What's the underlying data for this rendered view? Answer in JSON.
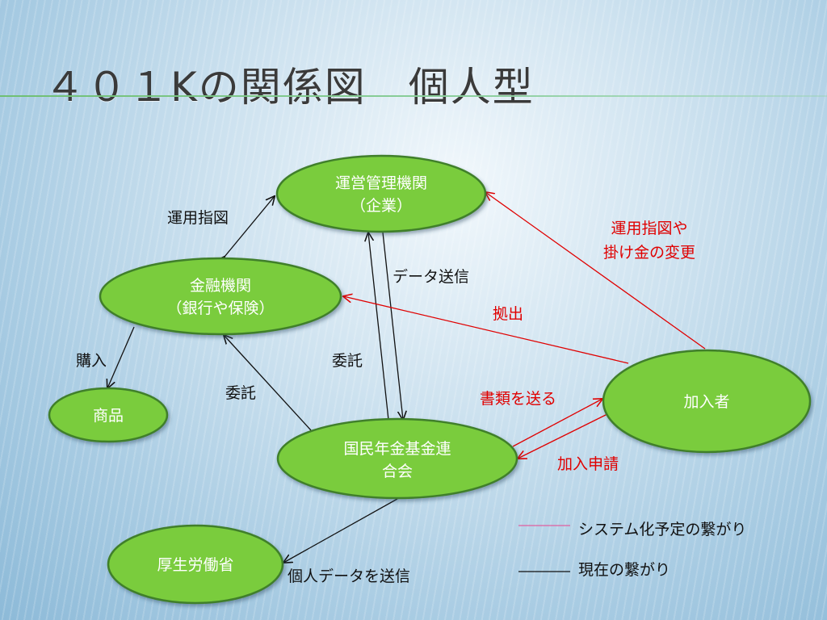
{
  "title": "４０１Kの関係図　個人型",
  "colors": {
    "node_fill": "#7acc3c",
    "node_stroke": "#3f7f2a",
    "planned_link": "#e05fa0",
    "current_link": "#111111",
    "red_arrow": "#e00000",
    "title_rule": "#6fbf73"
  },
  "nodes": {
    "admin": [
      "運営管理機関",
      "（企業）"
    ],
    "finance": [
      "金融機関",
      "（銀行や保険）"
    ],
    "product": [
      "商品"
    ],
    "kokumin": [
      "国民年金基金連",
      "合会"
    ],
    "member": [
      "加入者"
    ],
    "mhlw": [
      "厚生労働省"
    ]
  },
  "edges": {
    "unyo_shizu": "運用指図",
    "data_soushin": "データ送信",
    "konyu": "購入",
    "itaku_left": "委託",
    "itaku_center": "委託",
    "kojin_data": "個人データを送信",
    "unyo_kakekin": [
      "運用指図や",
      "掛け金の変更"
    ],
    "kyoshutsu": "拠出",
    "shorui": "書類を送る",
    "kanyu_shinsei": "加入申請"
  },
  "legend": {
    "planned": "システム化予定の繋がり",
    "current": "現在の繋がり"
  }
}
